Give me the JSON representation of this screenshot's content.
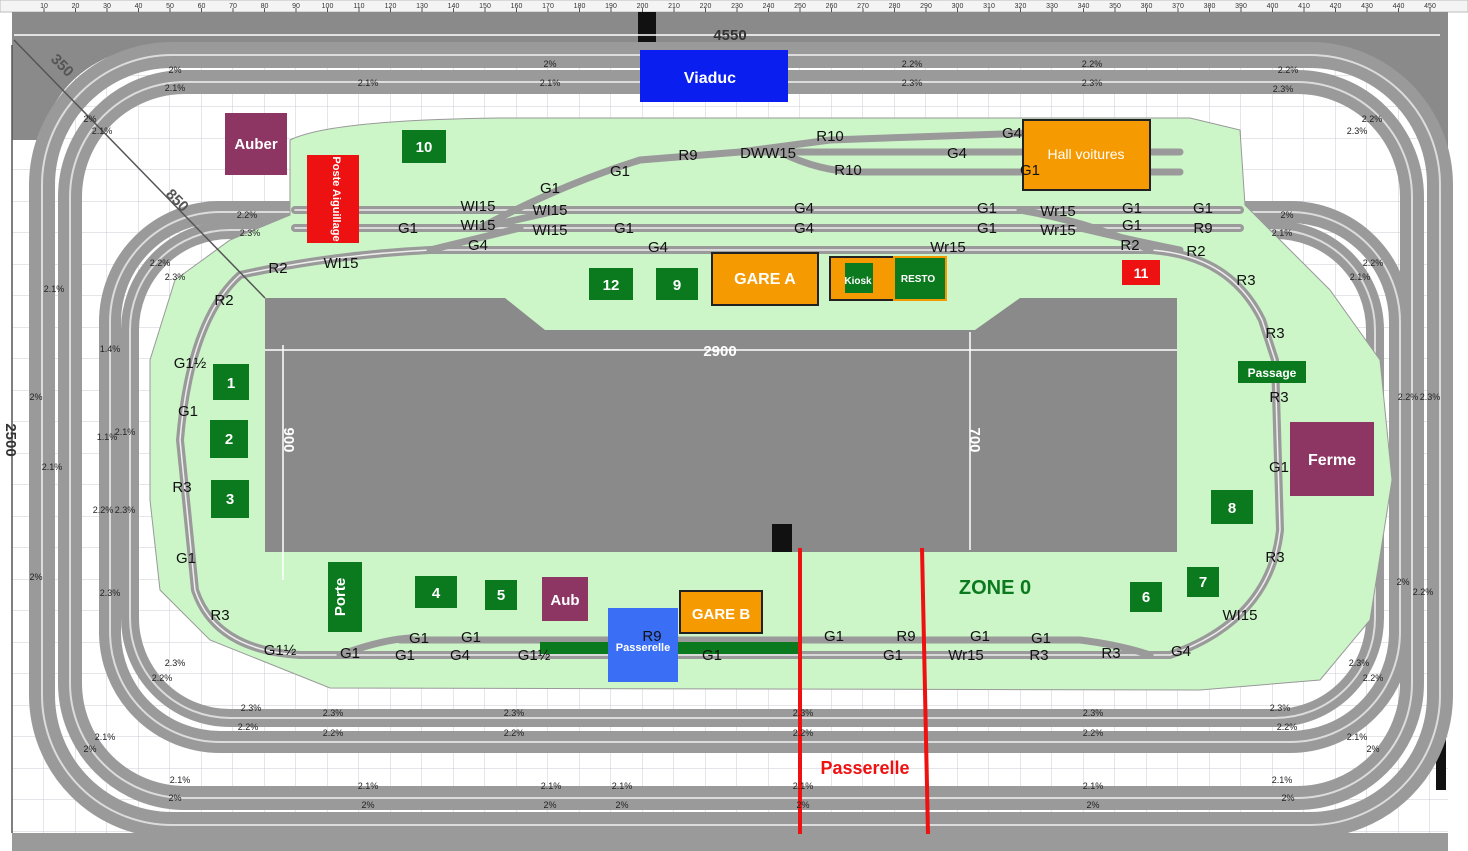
{
  "ruler_ticks": [
    "10",
    "20",
    "30",
    "40",
    "50",
    "60",
    "70",
    "80",
    "90",
    "100",
    "110",
    "120",
    "130",
    "140",
    "150",
    "160",
    "170",
    "180",
    "190",
    "200",
    "210",
    "220",
    "230",
    "240",
    "250",
    "260",
    "270",
    "280",
    "290",
    "300",
    "310",
    "320",
    "330",
    "340",
    "350",
    "360",
    "370",
    "380",
    "390",
    "400",
    "410",
    "420",
    "430",
    "440",
    "450"
  ],
  "dimensions": {
    "width_total": "4550",
    "height_total": "2500",
    "diag_a": "350",
    "diag_b": "850",
    "pit_width": "2900",
    "pit_depth_left": "900",
    "pit_depth_right": "700"
  },
  "colors": {
    "grid": "#c9cdd6",
    "board": "#ccf5c8",
    "pit": "#888888",
    "track_bed": "#9a9a9a",
    "track_rail": "#dcdcdc",
    "building_green": "#0b7a1e",
    "building_purple": "#8d3563",
    "orange": "#f59a00",
    "blue": "#0a1ef0",
    "red": "#ee1111"
  },
  "buildings": [
    {
      "id": "viaduc",
      "label": "Viaduc"
    },
    {
      "id": "auber",
      "label": "Auber"
    },
    {
      "id": "poste",
      "label": "Poste Aiguillage"
    },
    {
      "id": "b10",
      "label": "10"
    },
    {
      "id": "hall",
      "label": "Hall voitures"
    },
    {
      "id": "gare-a",
      "label": "GARE A"
    },
    {
      "id": "kiosk",
      "label": "Kiosk"
    },
    {
      "id": "resto",
      "label": "RESTO"
    },
    {
      "id": "b12",
      "label": "12"
    },
    {
      "id": "b9",
      "label": "9"
    },
    {
      "id": "b11",
      "label": "11"
    },
    {
      "id": "passage",
      "label": "Passage"
    },
    {
      "id": "ferme",
      "label": "Ferme"
    },
    {
      "id": "b1",
      "label": "1"
    },
    {
      "id": "b2",
      "label": "2"
    },
    {
      "id": "b3",
      "label": "3"
    },
    {
      "id": "b8",
      "label": "8"
    },
    {
      "id": "b7",
      "label": "7"
    },
    {
      "id": "b6",
      "label": "6"
    },
    {
      "id": "porte",
      "label": "Porte"
    },
    {
      "id": "b4",
      "label": "4"
    },
    {
      "id": "b5",
      "label": "5"
    },
    {
      "id": "aub",
      "label": "Aub"
    },
    {
      "id": "gare-b",
      "label": "GARE B"
    },
    {
      "id": "passerelle-station",
      "label": "Passerelle"
    }
  ],
  "zone_label": "ZONE 0",
  "passerelle_label": "Passerelle",
  "track_labels": [
    "R10",
    "G4",
    "R9",
    "DWW15",
    "R10",
    "G4",
    "G1",
    "G1",
    "WI15",
    "WI15",
    "G1",
    "G4",
    "G1",
    "Wr15",
    "G1",
    "G1",
    "G1",
    "WI15",
    "WI15",
    "G1",
    "G4",
    "G1",
    "Wr15",
    "G1",
    "R9",
    "WI15",
    "G4",
    "G4",
    "Wr15",
    "R2",
    "R2",
    "R2",
    "R3",
    "R2",
    "R3",
    "G1½",
    "G1",
    "R3",
    "R3",
    "G1",
    "G1",
    "R3",
    "R3",
    "WI15",
    "G1½",
    "G1",
    "G1",
    "G4",
    "G1½",
    "R9",
    "G1",
    "G1",
    "G1",
    "R9",
    "G1",
    "G1",
    "G1",
    "Wr15",
    "R3",
    "R3",
    "G4",
    "G1"
  ],
  "grade_labels": [
    "2%",
    "2.1%",
    "2.2%",
    "2.3%",
    "1.1%",
    "1.4%"
  ]
}
